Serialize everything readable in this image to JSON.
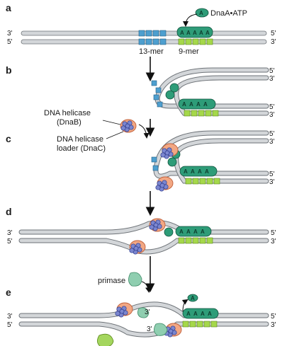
{
  "panels": [
    "a",
    "b",
    "c",
    "d",
    "e"
  ],
  "ends": {
    "three_prime": "3'",
    "five_prime": "5'"
  },
  "labels": {
    "dnaa_atp": "DnaA•ATP",
    "thirteen_mer": "13-mer",
    "nine_mer": "9-mer",
    "helicase_line1": "DNA helicase",
    "helicase_line2": "(DnaB)",
    "loader_line1": "DNA helicase",
    "loader_line2": "loader (DnaC)",
    "primase": "primase",
    "dnaa_letter": "A"
  },
  "colors": {
    "strand": "#d3d6d9",
    "strand_outline": "#6e7378",
    "thirteen_mer": "#4e9fcf",
    "nine_mer": "#a5d84a",
    "dnaa": "#2e9c78",
    "helicase": "#7b86cf",
    "loader": "#f2a783",
    "primase": "#8fceb0",
    "primase_free": "#a4d65e"
  }
}
